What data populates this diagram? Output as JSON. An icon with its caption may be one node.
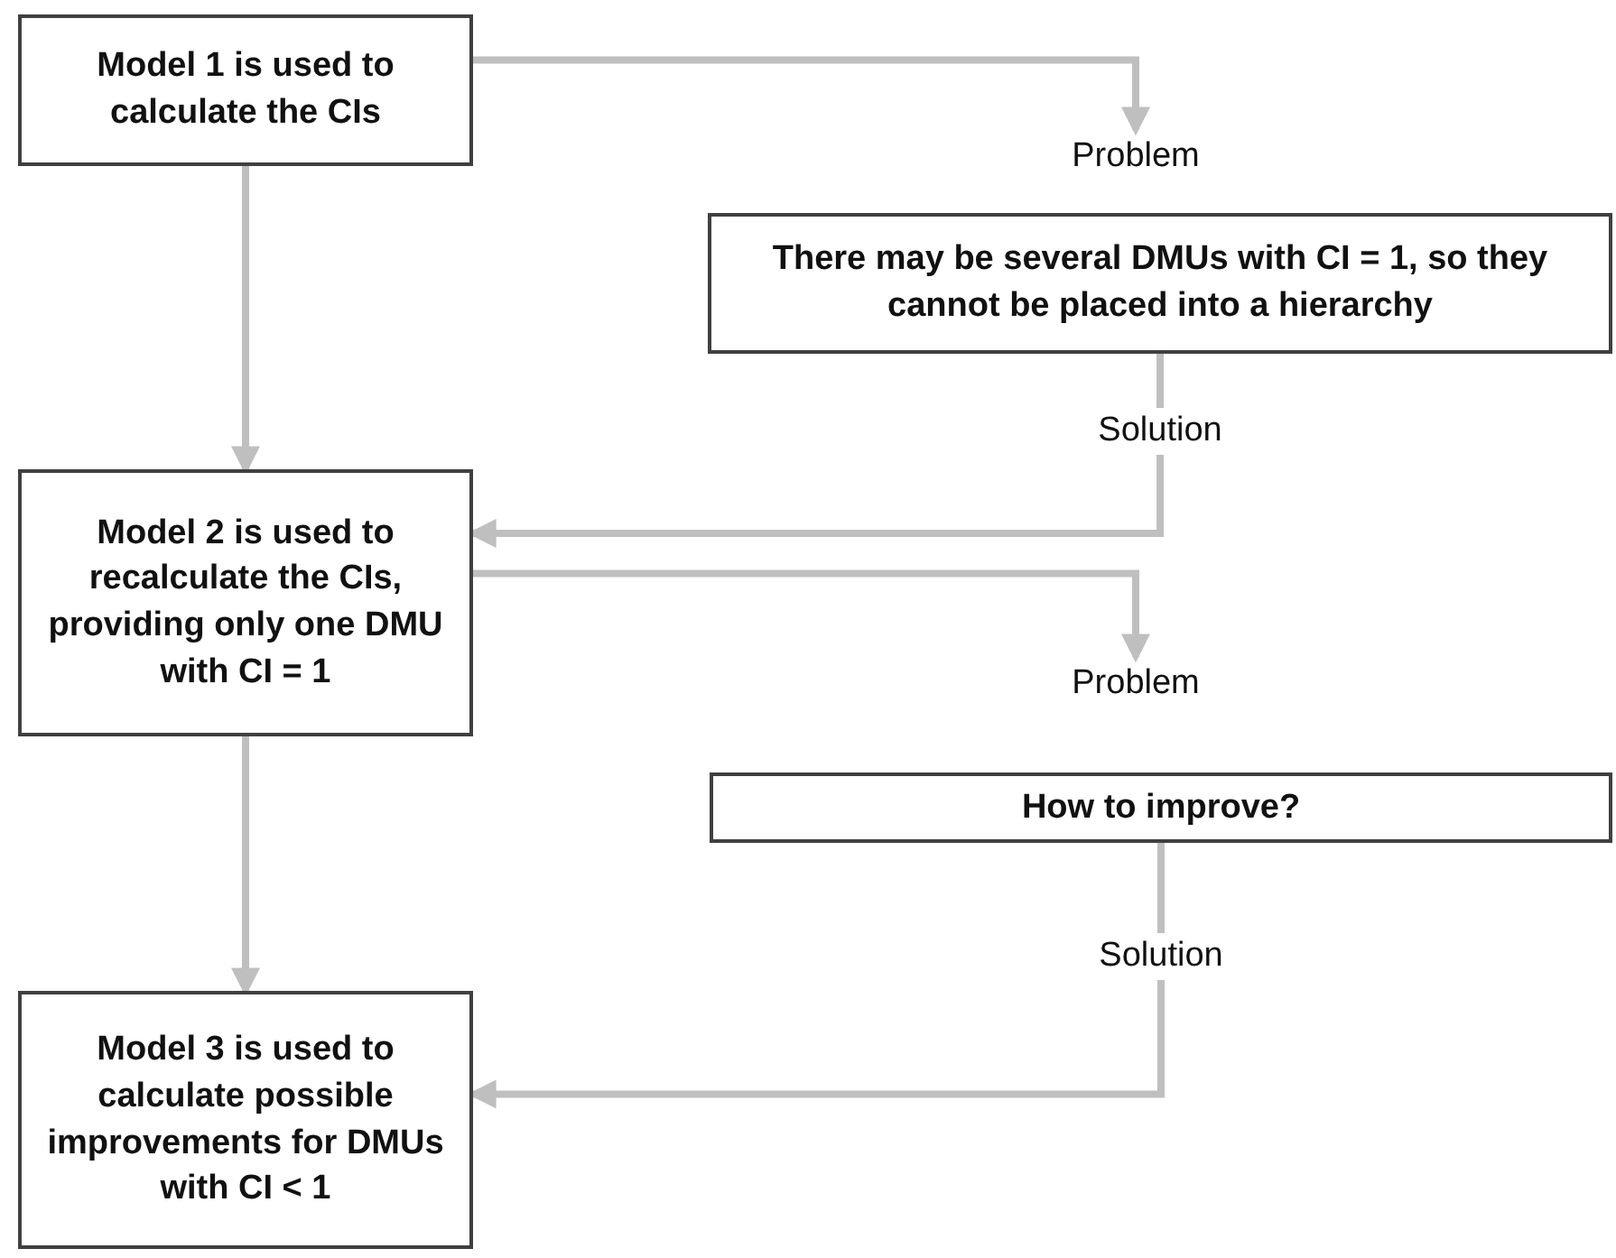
{
  "diagram": {
    "nodes": [
      {
        "text": [
          "Model 1 is used to calculate the CIs"
        ]
      },
      {
        "text": [
          "Problem"
        ]
      },
      {
        "text": [
          "There may be several DMUs with CI = 1, so they cannot be placed into a hierarchy"
        ]
      },
      {
        "text": [
          "Model 2 is used to recalculate the CIs, providing only one DMU with CI = 1"
        ]
      },
      {
        "text": [
          "Problem"
        ]
      },
      {
        "text": [
          "How to improve?"
        ]
      },
      {
        "text": [
          "Model 3 is used to calculate possible improvements for DMUs with CI < 1"
        ]
      }
    ],
    "edges": [
      {
        "from": 0,
        "to": 3,
        "arrow": "to"
      },
      {
        "from": 0,
        "to": 1,
        "arrow": "to"
      },
      {
        "from": 2,
        "to": 3,
        "arrow": "to",
        "label": "Solution"
      },
      {
        "from": 3,
        "to": 4,
        "arrow": "to"
      },
      {
        "from": 5,
        "to": 6,
        "arrow": "to",
        "label": "Solution"
      },
      {
        "from": 3,
        "to": 6,
        "arrow": "to"
      }
    ]
  }
}
